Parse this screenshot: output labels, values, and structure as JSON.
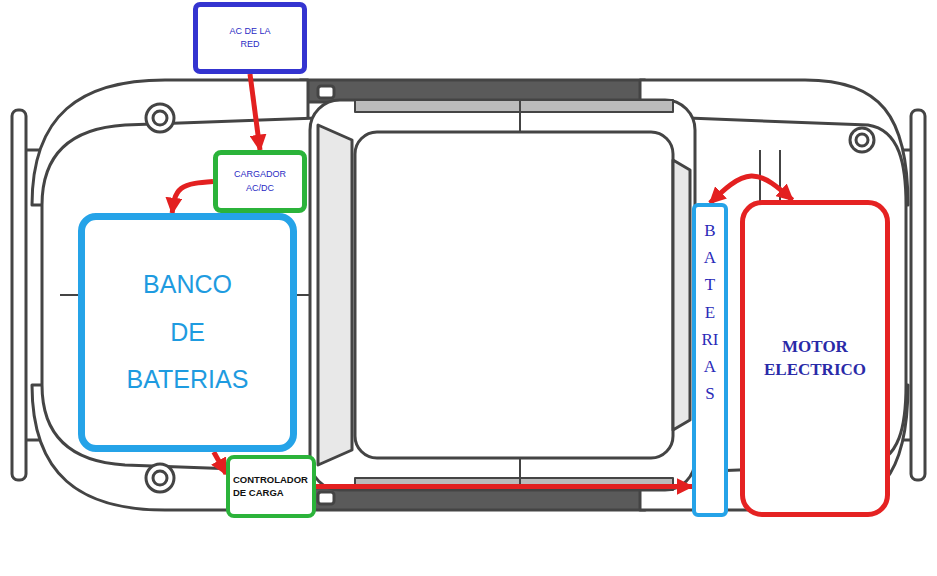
{
  "diagram": {
    "nodes": [
      {
        "text": [
          "AC DE LA RED"
        ]
      },
      {
        "text": [
          "CARGADOR AC/DC"
        ]
      },
      {
        "text": [
          "BANCO DE BATERIAS"
        ]
      },
      {
        "text": [
          "CONTROLADOR DE CARGA"
        ]
      },
      {
        "text": [
          "BATERIAS"
        ]
      },
      {
        "text": [
          "MOTOR ELECTRICO"
        ]
      }
    ],
    "edges": [
      {
        "from": 0,
        "to": 1,
        "arrow": "to"
      },
      {
        "from": 1,
        "to": 2,
        "arrow": "to"
      },
      {
        "from": 2,
        "to": 3,
        "arrow": "to"
      },
      {
        "from": 3,
        "to": 4,
        "arrow": "to"
      },
      {
        "from": 4,
        "to": 5,
        "arrow": "both"
      }
    ]
  }
}
